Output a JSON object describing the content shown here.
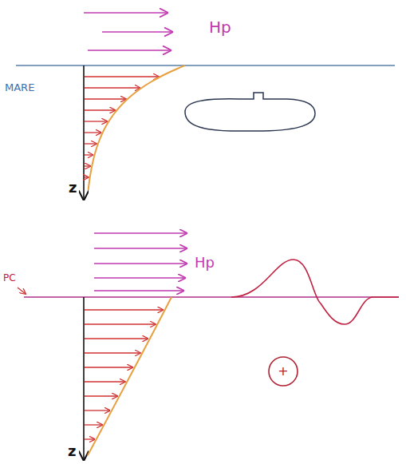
{
  "diagram": {
    "labels": [
      "Hp",
      "MARE",
      "z",
      "Hp",
      "PC",
      "z",
      "+"
    ]
  }
}
